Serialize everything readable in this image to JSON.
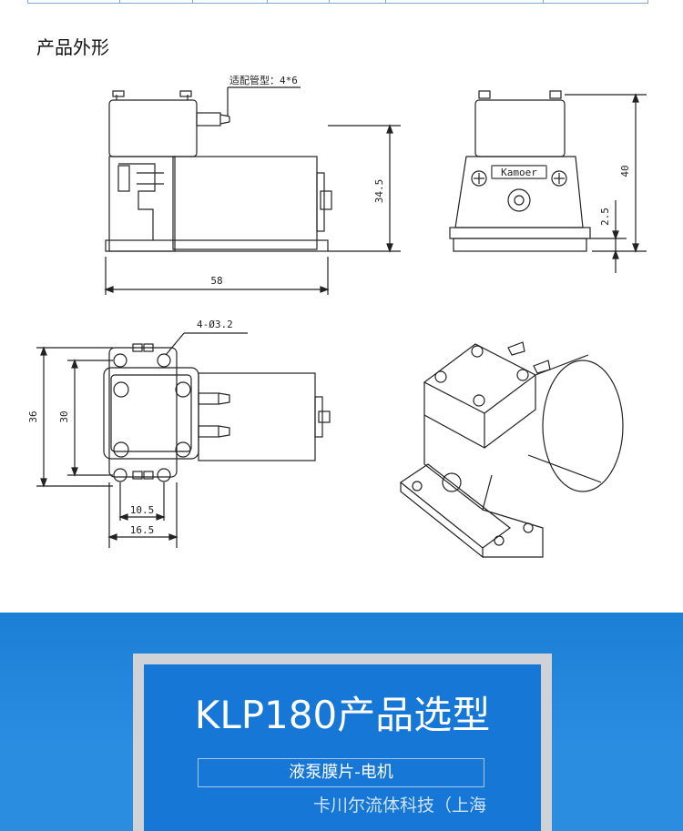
{
  "section": {
    "title": "产品外形"
  },
  "drawing": {
    "tube_label": "适配管型：4*6",
    "dim_width": "58",
    "dim_height_side": "34.5",
    "dim_height_front": "40",
    "dim_base": "2.5",
    "hole_label": "4-Ø3.2",
    "dim_36": "36",
    "dim_30": "30",
    "dim_10_5": "10.5",
    "dim_16_5": "16.5",
    "brand": "Kamoer"
  },
  "banner": {
    "title": "KLP180产品选型",
    "subtitle": "液泵膜片-电机",
    "company": "卡川尔流体科技（上海"
  }
}
